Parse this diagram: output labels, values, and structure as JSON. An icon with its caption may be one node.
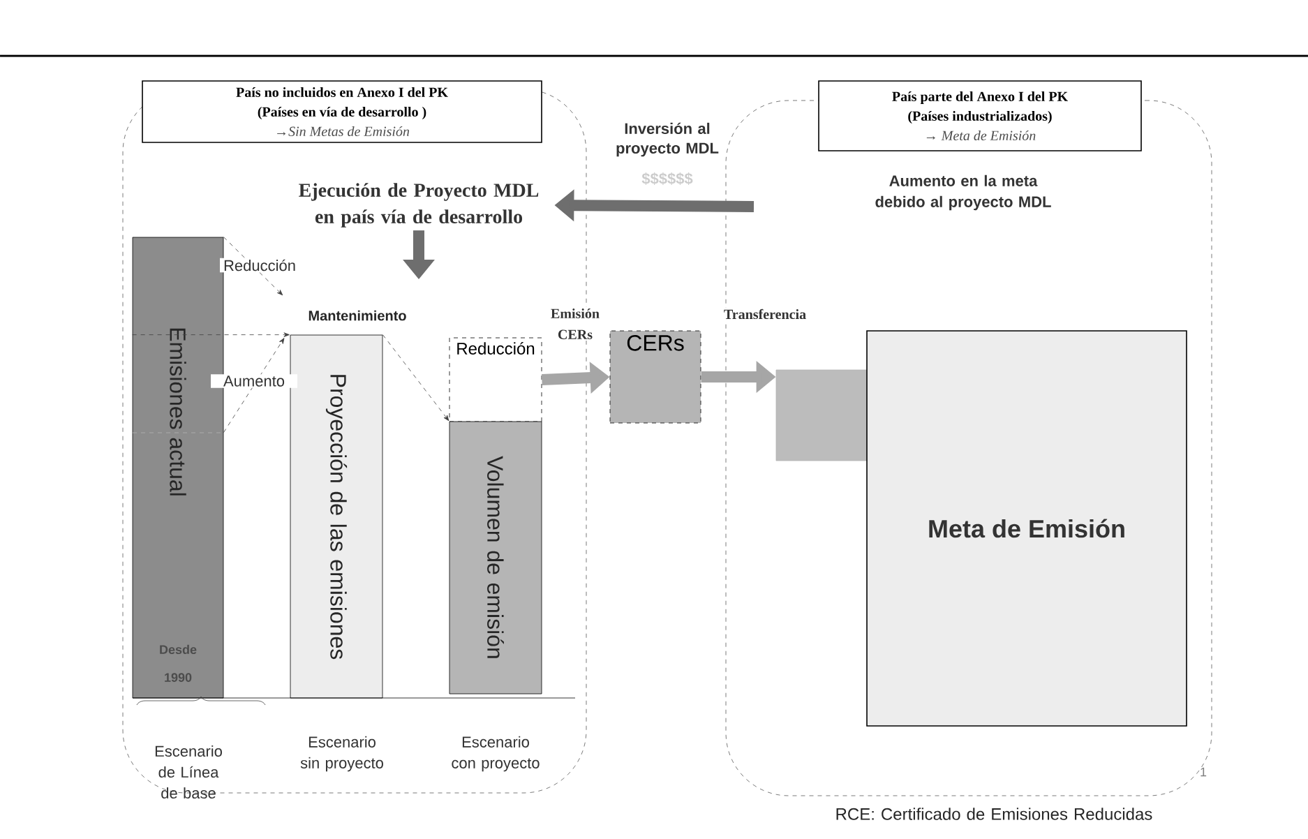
{
  "diagram": {
    "nodes": [
      {
        "text": [],
        "shape": "box"
      },
      {
        "text": [
          "País no incluidos en Anexo I del PK",
          "(Países en vía de desarrollo )",
          "→Sin Metas de Emisión"
        ]
      },
      {
        "text": [],
        "shape": "box"
      },
      {
        "text": [
          "País parte del Anexo I del PK",
          "(Países industrializados)",
          "→ Meta de Emisión"
        ]
      },
      {
        "text": [
          "Ejecución de Proyecto MDL en país vía de desarrollo"
        ],
        "in": 0
      },
      {
        "text": [
          "Emisiones actual",
          "Desde 1990"
        ],
        "in": 0
      },
      {
        "text": [
          "Proyección de las emisiones"
        ],
        "in": 0
      },
      {
        "text": [
          "Reducción"
        ],
        "in": 0
      },
      {
        "text": [
          "Volumen de emisión"
        ],
        "in": 0
      },
      {
        "text": [
          "CERs"
        ]
      },
      {
        "text": [],
        "shape": "box",
        "in": 2
      },
      {
        "text": [
          "Meta de Emisión"
        ],
        "in": 2
      }
    ],
    "edges": [
      {
        "from": null,
        "to": 4,
        "arrow": "to",
        "label": "Inversión al proyecto MDL",
        "style": "thick",
        "color": "#6e6e6e"
      },
      {
        "from": 4,
        "to": null,
        "arrow": "to",
        "style": "thick",
        "color": "#6e6e6e"
      },
      {
        "from": 7,
        "to": 9,
        "arrow": "to",
        "label": "Emisión CERs",
        "style": "thick",
        "color": "#a6a6a6"
      },
      {
        "from": 9,
        "to": 10,
        "arrow": "to",
        "label": "Transferencia",
        "style": "thick",
        "color": "#a6a6a6"
      },
      {
        "from": 5,
        "to": 6,
        "arrow": "to",
        "label": "Reducción",
        "style": "dashed"
      },
      {
        "from": 5,
        "to": 6,
        "arrow": "to",
        "label": "Aumento",
        "style": "dashed"
      },
      {
        "from": 5,
        "to": 6,
        "arrow": "to",
        "style": "dashed"
      },
      {
        "from": 6,
        "to": 8,
        "arrow": "to",
        "style": "dashed"
      }
    ],
    "labels": [
      "$$$$$$",
      "Aumento en la meta debido al proyecto MDL",
      "Mantenimiento",
      "Escenario de Línea de base",
      "Escenario sin proyecto",
      "Escenario con proyecto",
      "1",
      "RCE: Certificado de Emisiones Reducidas"
    ]
  }
}
